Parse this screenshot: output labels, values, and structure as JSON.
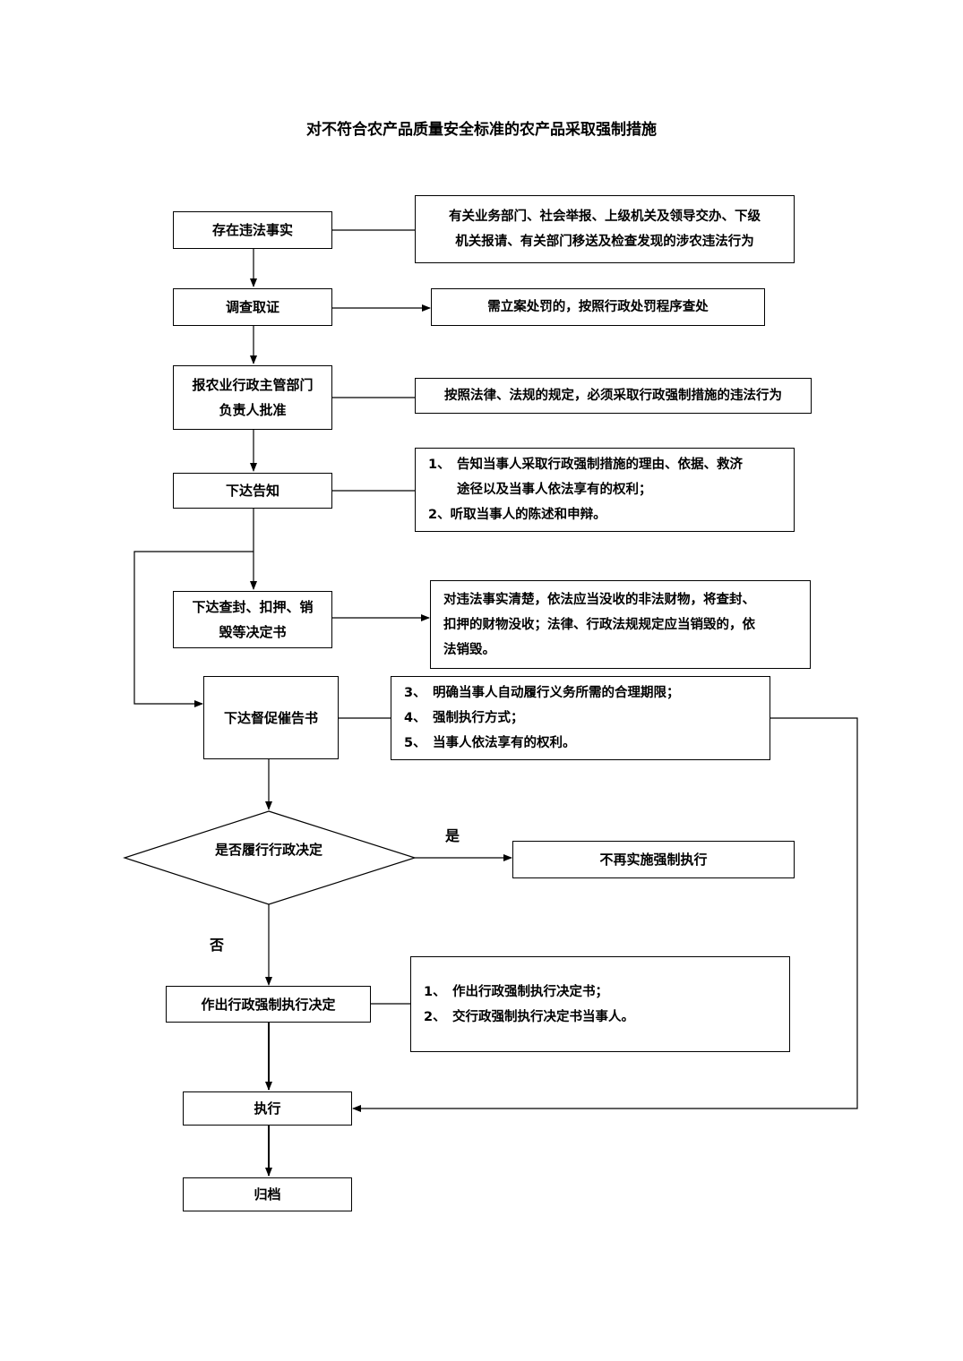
{
  "title": "对不符合农产品质量安全标准的农产品采取强制措施",
  "steps": {
    "s1": "存在违法事实",
    "s2": "调查取证",
    "s3_l1": "报农业行政主管部门",
    "s3_l2": "负责人批准",
    "s4": "下达告知",
    "s5_l1": "下达查封、扣押、销",
    "s5_l2": "毁等决定书",
    "s6": "下达督促催告书",
    "decision": "是否履行行政决定",
    "yes_result": "不再实施强制执行",
    "s7": "作出行政强制执行决定",
    "s8": "执行",
    "s9": "归档"
  },
  "labels": {
    "yes": "是",
    "no": "否"
  },
  "notes": {
    "n1_l1": "有关业务部门、社会举报、上级机关及领导交办、下级",
    "n1_l2": "机关报请、有关部门移送及检查发现的涉农违法行为",
    "n2": "需立案处罚的，按照行政处罚程序查处",
    "n3": "按照法律、法规的规定，必须采取行政强制措施的违法行为",
    "n4_i1_num": "1、",
    "n4_i1_l1": "告知当事人采取行政强制措施的理由、依据、救济",
    "n4_i1_l2": "途径以及当事人依法享有的权利；",
    "n4_i2": "2、听取当事人的陈述和申辩。",
    "n5_l1": "对违法事实清楚，依法应当没收的非法财物，将查封、",
    "n5_l2": "扣押的财物没收；法律、行政法规规定应当销毁的，依",
    "n5_l3": "法销毁。",
    "n6_i1_num": "3、",
    "n6_i1": "明确当事人自动履行义务所需的合理期限；",
    "n6_i2_num": "4、",
    "n6_i2": "强制执行方式；",
    "n6_i3_num": "5、",
    "n6_i3": "当事人依法享有的权利。",
    "n7_i1_num": "1、",
    "n7_i1": "作出行政强制执行决定书；",
    "n7_i2_num": "2、",
    "n7_i2": "交行政强制执行决定书当事人。"
  }
}
